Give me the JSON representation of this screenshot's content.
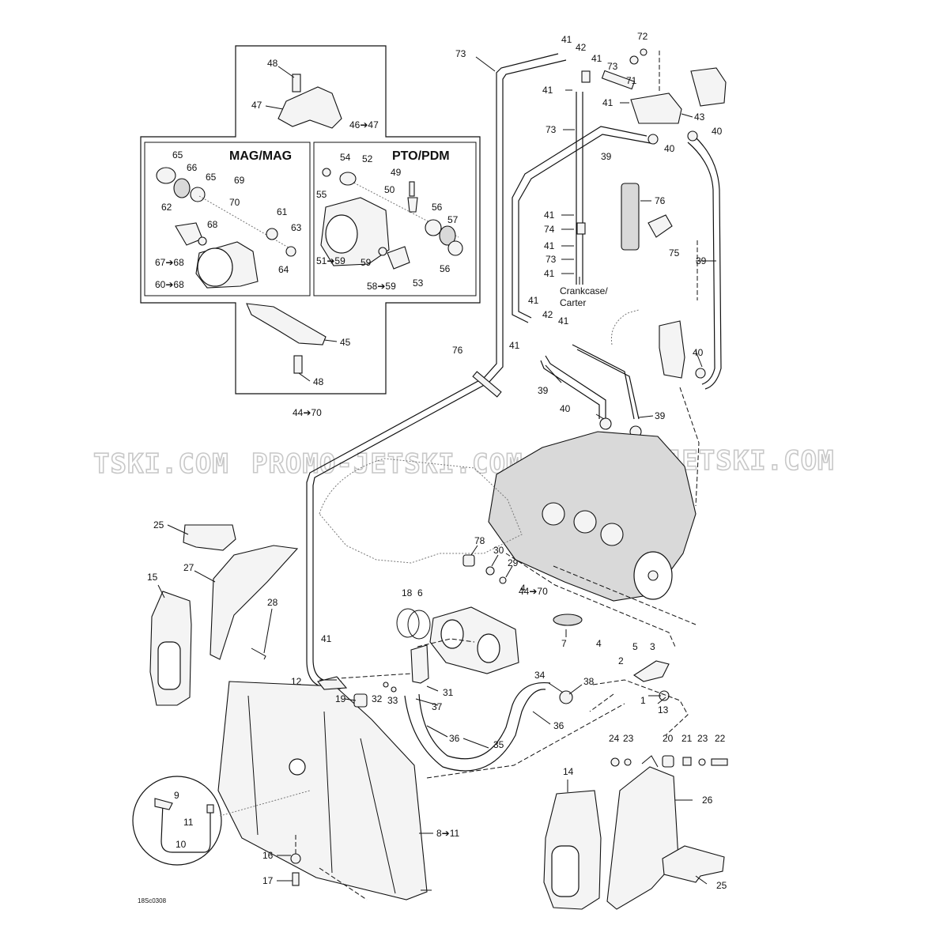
{
  "headings": {
    "mag": "MAG/MAG",
    "pto": "PTO/PDM"
  },
  "notes": {
    "crankcase_line1": "Crankcase/",
    "crankcase_line2": "Carter",
    "figure_code": "18Sc0308"
  },
  "watermark": {
    "left": "TSKI.COM",
    "center": "PROMO-JETSKI.COM",
    "right": "PROMO-JETSKI.COM"
  },
  "callouts": [
    "48",
    "47",
    "46➔47",
    "65",
    "66",
    "65",
    "69",
    "70",
    "62",
    "68",
    "61",
    "63",
    "67➔68",
    "64",
    "60➔68",
    "54",
    "52",
    "49",
    "50",
    "55",
    "56",
    "57",
    "51➔59",
    "59",
    "58➔59",
    "53",
    "56",
    "45",
    "48",
    "44➔70",
    "73",
    "41",
    "42",
    "41",
    "72",
    "73",
    "71",
    "41",
    "41",
    "43",
    "73",
    "40",
    "39",
    "40",
    "76",
    "41",
    "74",
    "75",
    "41",
    "73",
    "39",
    "41",
    "41",
    "42",
    "41",
    "41",
    "40",
    "76",
    "39",
    "40",
    "39",
    "25",
    "27",
    "15",
    "78",
    "30",
    "29",
    "4",
    "18",
    "6",
    "44➔70",
    "28",
    "41",
    "7",
    "4",
    "5",
    "3",
    "2",
    "34",
    "38",
    "12",
    "19",
    "32",
    "33",
    "31",
    "37",
    "1",
    "13",
    "36",
    "36",
    "35",
    "24",
    "23",
    "20",
    "21",
    "23",
    "22",
    "9",
    "14",
    "11",
    "26",
    "10",
    "8➔11",
    "16",
    "17",
    "25"
  ]
}
